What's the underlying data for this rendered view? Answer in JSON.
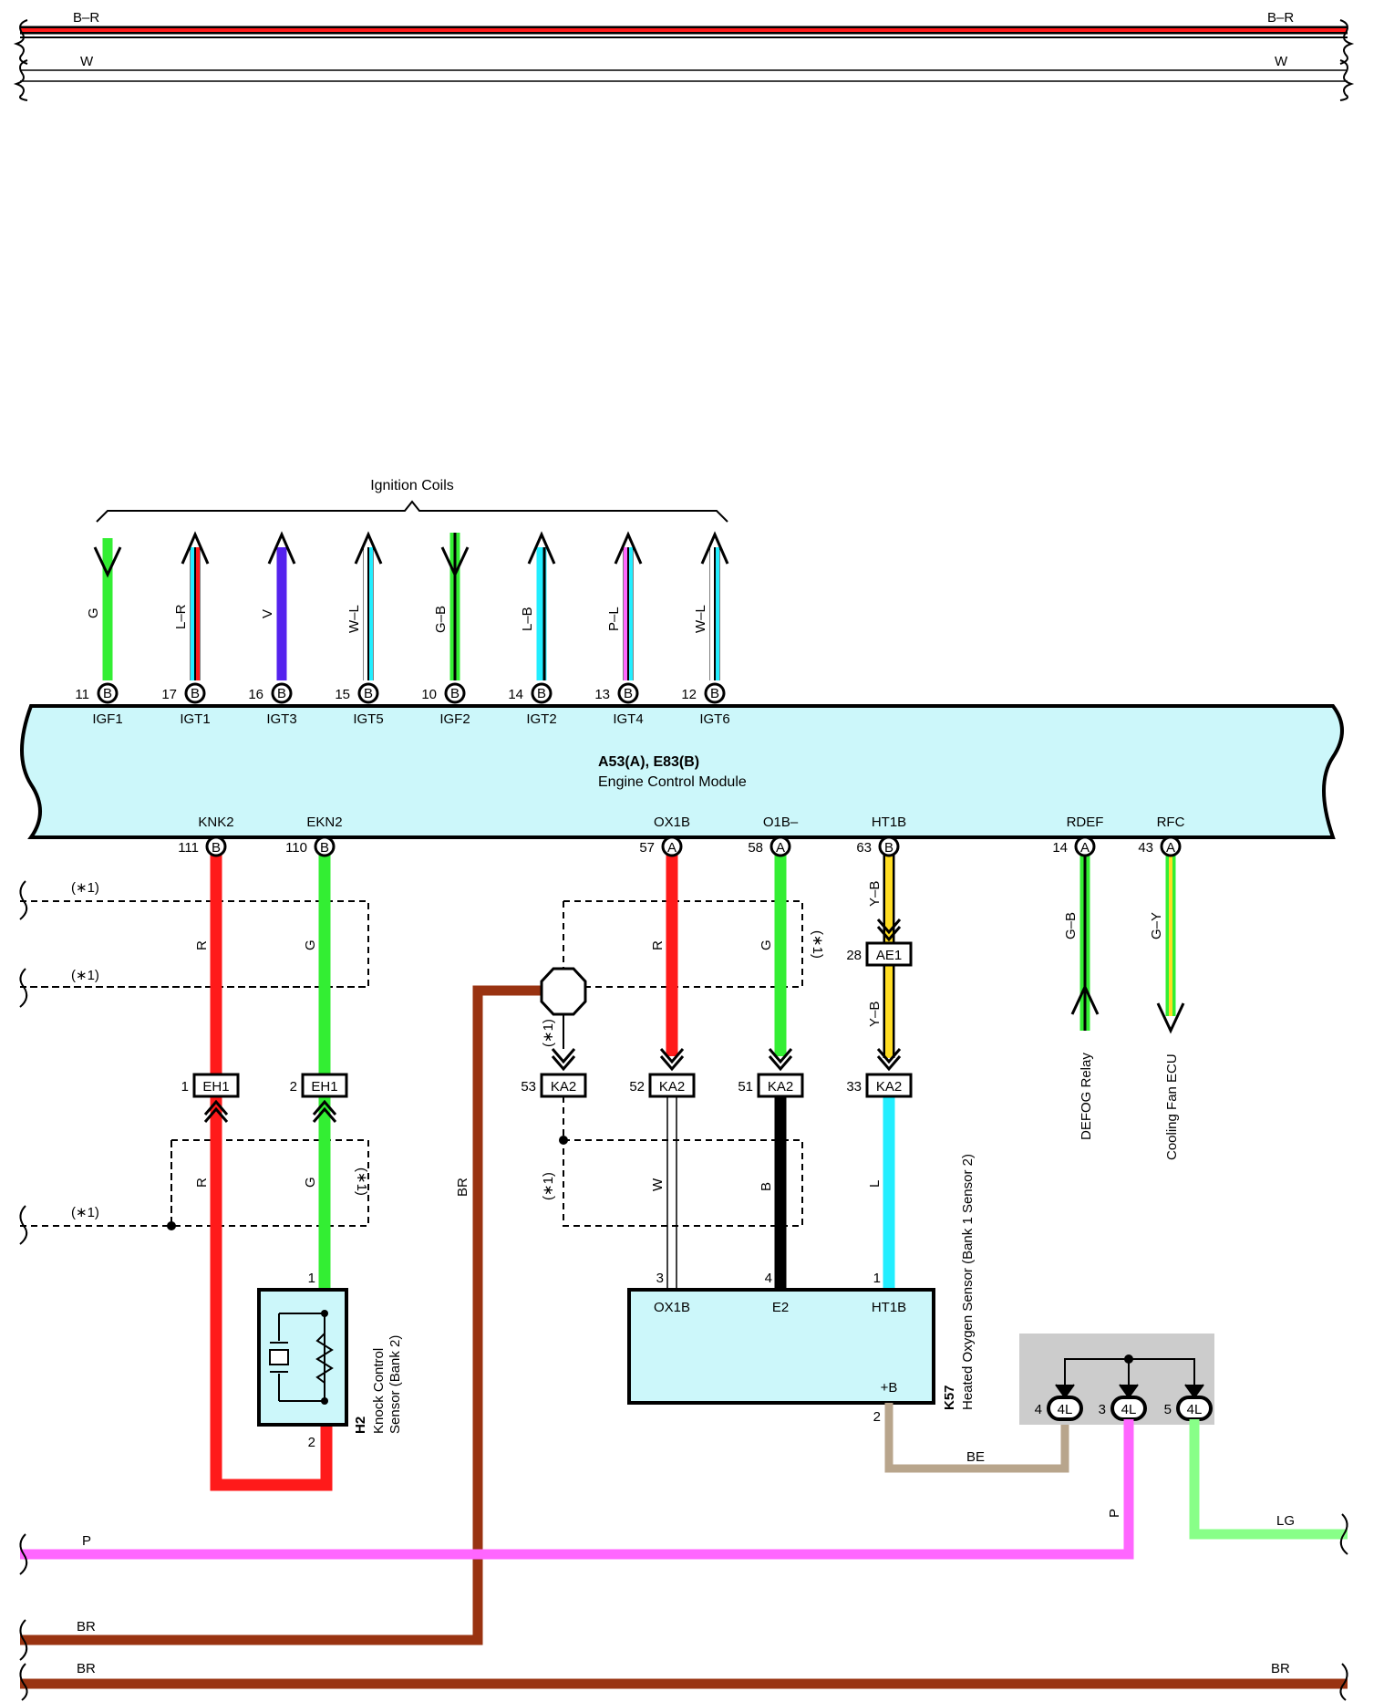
{
  "colors": {
    "red": "#ff1a1a",
    "green": "#33ee33",
    "purple": "#5522ee",
    "black": "#000000",
    "cyan": "#22eeff",
    "yellow": "#ffdd22",
    "brown": "#993311",
    "pink": "#ff66ff",
    "lightgreen": "#88ff88",
    "tan": "#b8a58c",
    "white": "#ffffff",
    "ecm_fill": "#ccf7fa",
    "connector_fill": "#cccccc"
  },
  "top_bus": {
    "br_left": "B–R",
    "br_right": "B–R",
    "w_left": "W",
    "w_right": "W"
  },
  "ignition": {
    "title": "Ignition Coils",
    "wires": [
      {
        "color": "G",
        "pin": "11",
        "conn": "B",
        "name": "IGF1"
      },
      {
        "color": "L–R",
        "pin": "17",
        "conn": "B",
        "name": "IGT1"
      },
      {
        "color": "V",
        "pin": "16",
        "conn": "B",
        "name": "IGT3"
      },
      {
        "color": "W–L",
        "pin": "15",
        "conn": "B",
        "name": "IGT5"
      },
      {
        "color": "G–B",
        "pin": "10",
        "conn": "B",
        "name": "IGF2"
      },
      {
        "color": "L–B",
        "pin": "14",
        "conn": "B",
        "name": "IGT2"
      },
      {
        "color": "P–L",
        "pin": "13",
        "conn": "B",
        "name": "IGT4"
      },
      {
        "color": "W–L",
        "pin": "12",
        "conn": "B",
        "name": "IGT6"
      }
    ]
  },
  "ecm": {
    "id": "A53(A), E83(B)",
    "name": "Engine Control Module",
    "bottom_pins": [
      {
        "name": "KNK2",
        "pin": "111",
        "conn": "B"
      },
      {
        "name": "EKN2",
        "pin": "110",
        "conn": "B"
      },
      {
        "name": "OX1B",
        "pin": "57",
        "conn": "A"
      },
      {
        "name": "O1B–",
        "pin": "58",
        "conn": "A"
      },
      {
        "name": "HT1B",
        "pin": "63",
        "conn": "B"
      },
      {
        "name": "RDEF",
        "pin": "14",
        "conn": "A"
      },
      {
        "name": "RFC",
        "pin": "43",
        "conn": "A"
      }
    ]
  },
  "shield_note": "(∗1)",
  "wire_labels": {
    "knk_r": "R",
    "ekn_g": "G",
    "ox_r": "R",
    "o1_g": "G",
    "ht_yb": "Y–B",
    "ht_yb2": "Y–B",
    "rdef_gb": "G–B",
    "rfc_gy": "G–Y",
    "knk_r2": "R",
    "ekn_g2": "G",
    "ox_w": "W",
    "o1_b": "B",
    "ht_l": "L",
    "br": "BR",
    "be": "BE",
    "p_vert": "P",
    "bus_p": "P",
    "bus_br1": "BR",
    "bus_br2": "BR",
    "bus_br2_right": "BR",
    "bus_lg": "LG"
  },
  "connectors": {
    "eh1_1": {
      "pin": "1",
      "name": "EH1"
    },
    "eh1_2": {
      "pin": "2",
      "name": "EH1"
    },
    "ae1": {
      "pin": "28",
      "name": "AE1"
    },
    "ka2_53": {
      "pin": "53",
      "name": "KA2"
    },
    "ka2_52": {
      "pin": "52",
      "name": "KA2"
    },
    "ka2_51": {
      "pin": "51",
      "name": "KA2"
    },
    "ka2_33": {
      "pin": "33",
      "name": "KA2"
    }
  },
  "knock_sensor": {
    "id": "H2",
    "name_line1": "Knock Control",
    "name_line2": "Sensor (Bank 2)",
    "pin_top": "1",
    "pin_bottom": "2"
  },
  "oxygen_sensor": {
    "id": "K57",
    "name": "Heated Oxygen Sensor (Bank 1 Sensor 2)",
    "terminals": [
      "OX1B",
      "E2",
      "HT1B",
      "+B"
    ],
    "pin_ox1b": "3",
    "pin_e2": "4",
    "pin_ht1b": "1",
    "pin_b": "2"
  },
  "junction_4l": {
    "name": "4L",
    "pins": [
      "4",
      "3",
      "5"
    ]
  },
  "destinations": {
    "defog": "DEFOG Relay",
    "fan": "Cooling Fan ECU"
  }
}
